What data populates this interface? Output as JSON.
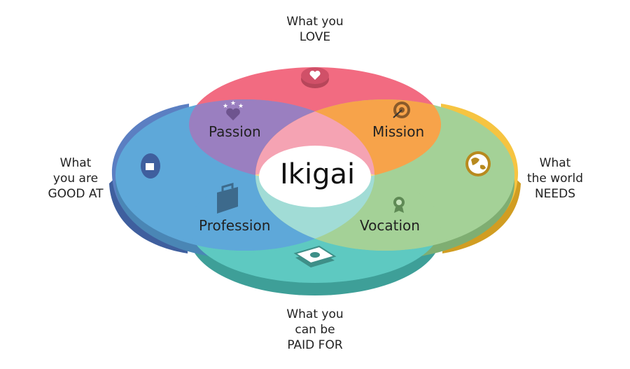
{
  "center": "Ikigai",
  "outer": {
    "love": [
      "What you",
      "LOVE"
    ],
    "good_at": [
      "What",
      "you are",
      "GOOD AT"
    ],
    "needs": [
      "What",
      "the world",
      "NEEDS"
    ],
    "paid": [
      "What you",
      "can be",
      "PAID FOR"
    ]
  },
  "inner": {
    "passion": "Passion",
    "mission": "Mission",
    "profession": "Profession",
    "vocation": "Vocation"
  },
  "colors": {
    "love": "#f26b81",
    "good_at": "#5b7fc2",
    "needs": "#f6c441",
    "paid": "#5ec9c1",
    "passion": "#9a7fc0",
    "mission": "#f7a34a",
    "profession": "#5ea8d9",
    "vocation": "#a4d197"
  },
  "icons": [
    "heart-icon",
    "stars-heart-icon",
    "target-icon",
    "thumbs-up-icon",
    "globe-icon",
    "briefcase-icon",
    "medal-icon",
    "money-icon"
  ]
}
